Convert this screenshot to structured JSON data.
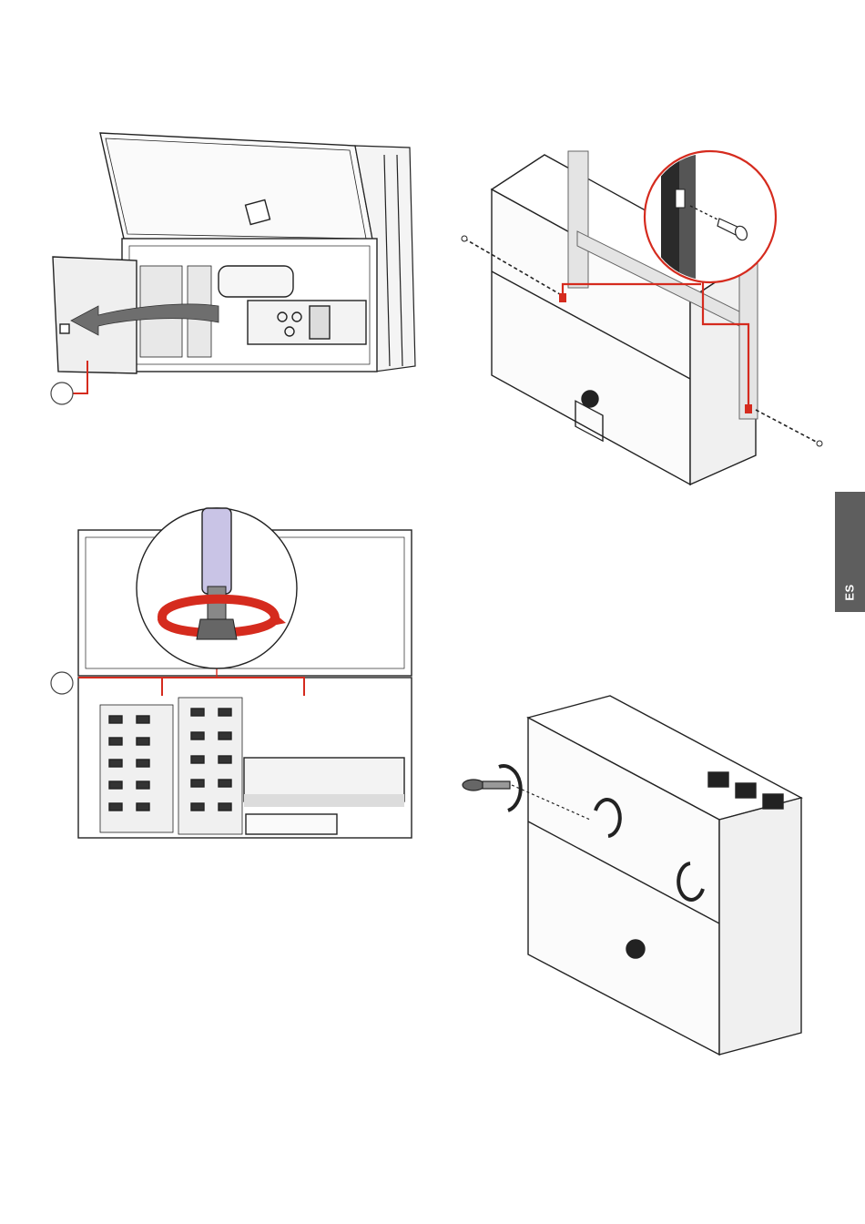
{
  "language_tab": {
    "label": "ES",
    "color": "#5e5e5e"
  },
  "colors": {
    "callout": "#d52b1e",
    "handle": "#c9c4e6",
    "line": "#222222",
    "panel": "#f2f2f2",
    "arrow": "#6e6e6e"
  },
  "figures": [
    {
      "id": "fig-open-cover-remove-shield",
      "icons": [
        "callout-circle",
        "remove-arrow"
      ]
    },
    {
      "id": "fig-wall-bracket-screws",
      "icons": [
        "magnifier-detail",
        "screw"
      ]
    },
    {
      "id": "fig-tighten-screws",
      "icons": [
        "screwdriver",
        "rotation-arrow",
        "callout-circle"
      ]
    },
    {
      "id": "fig-front-cover-lock",
      "icons": [
        "key",
        "rotation-arrow"
      ]
    }
  ]
}
